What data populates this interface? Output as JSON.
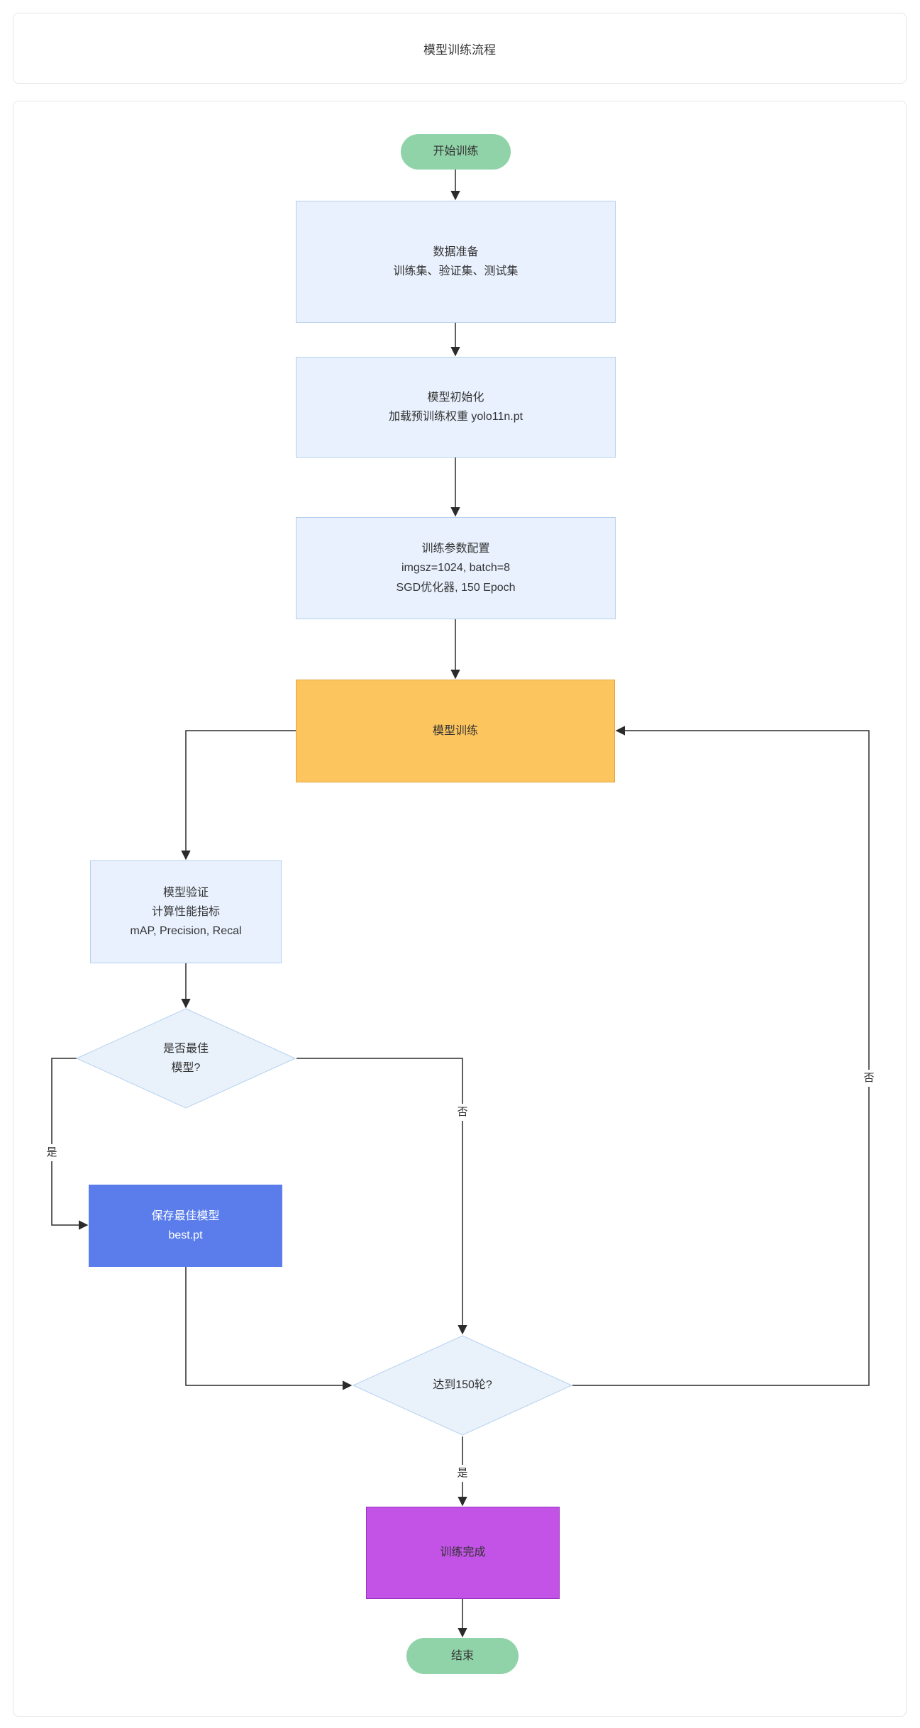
{
  "header": {
    "title": "模型训练流程"
  },
  "colors": {
    "accent-green": "#90d3a8",
    "node-blue-fill": "#e9f1fe",
    "node-blue-border": "#b4d0ee",
    "diamond-fill": "#e9f1fb",
    "diamond-border": "#b5d2ee",
    "orange-fill": "#fdc55e",
    "orange-border": "#e6a23c",
    "save-blue": "#5a7deb",
    "purple-fill": "#c253e6",
    "purple-border": "#9c34c2",
    "edge": "#2b2b2b"
  },
  "flowchart": {
    "start": {
      "label": "开始训练"
    },
    "data_prep": {
      "line1": "数据准备",
      "line2": "训练集、验证集、测试集"
    },
    "init": {
      "line1": "模型初始化",
      "line2": "加载预训练权重 yolo11n.pt"
    },
    "config": {
      "line1": "训练参数配置",
      "line2": "imgsz=1024, batch=8",
      "line3": "SGD优化器, 150 Epoch"
    },
    "train": {
      "label": "模型训练"
    },
    "validate": {
      "line1": "模型验证",
      "line2": "计算性能指标",
      "line3": "mAP, Precision, Recal"
    },
    "decision_best": {
      "line1": "是否最佳",
      "line2": "模型?"
    },
    "save": {
      "line1": "保存最佳模型",
      "line2": "best.pt"
    },
    "decision_epochs": {
      "label": "达到150轮?"
    },
    "complete": {
      "label": "训练完成"
    },
    "end": {
      "label": "结束"
    },
    "edge_labels": {
      "yes1": "是",
      "no1": "否",
      "yes2": "是",
      "no2": "否"
    }
  }
}
